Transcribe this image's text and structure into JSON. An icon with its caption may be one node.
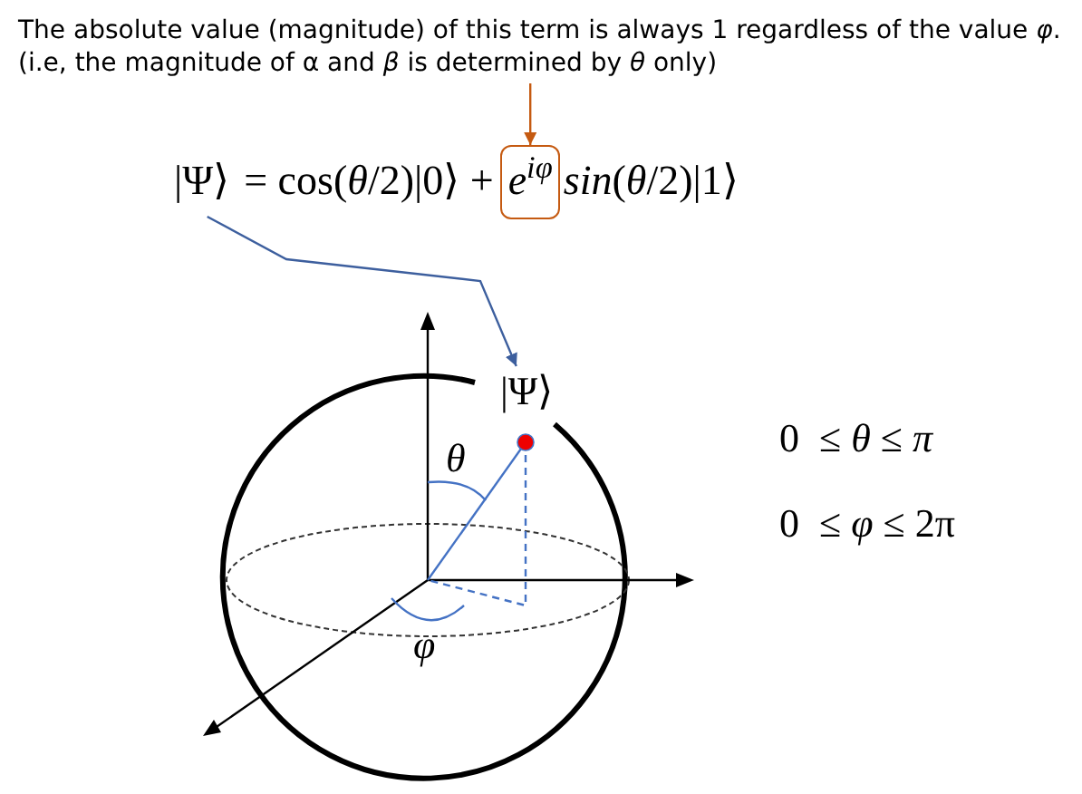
{
  "diagram": {
    "nodes": [
      {
        "text": [
          "The absolute value (magnitude) of this term is always 1 regardless of the value *φ*.",
          "(i.e, the magnitude of α and *β* is determined by *θ* only)"
        ]
      },
      {
        "text": [
          "|Ψ⟩"
        ]
      },
      {
        "text": [
          "e$^{iφ}$"
        ]
      },
      {
        "text": [
          "|Ψ⟩"
        ]
      }
    ],
    "edges": [
      {
        "from": 0,
        "to": 2,
        "arrow": "to",
        "color": "#c55a11"
      },
      {
        "from": 1,
        "to": 3,
        "arrow": "to",
        "color": "#3d5f9e"
      }
    ],
    "labels": [
      "= cos(*θ*/2)|0⟩ +",
      "*sin*(*θ*/2)|1⟩",
      "*θ*",
      "*φ*",
      "0  ≤ *θ* ≤ *π*",
      "0  ≤ *φ* ≤ 2π"
    ]
  }
}
